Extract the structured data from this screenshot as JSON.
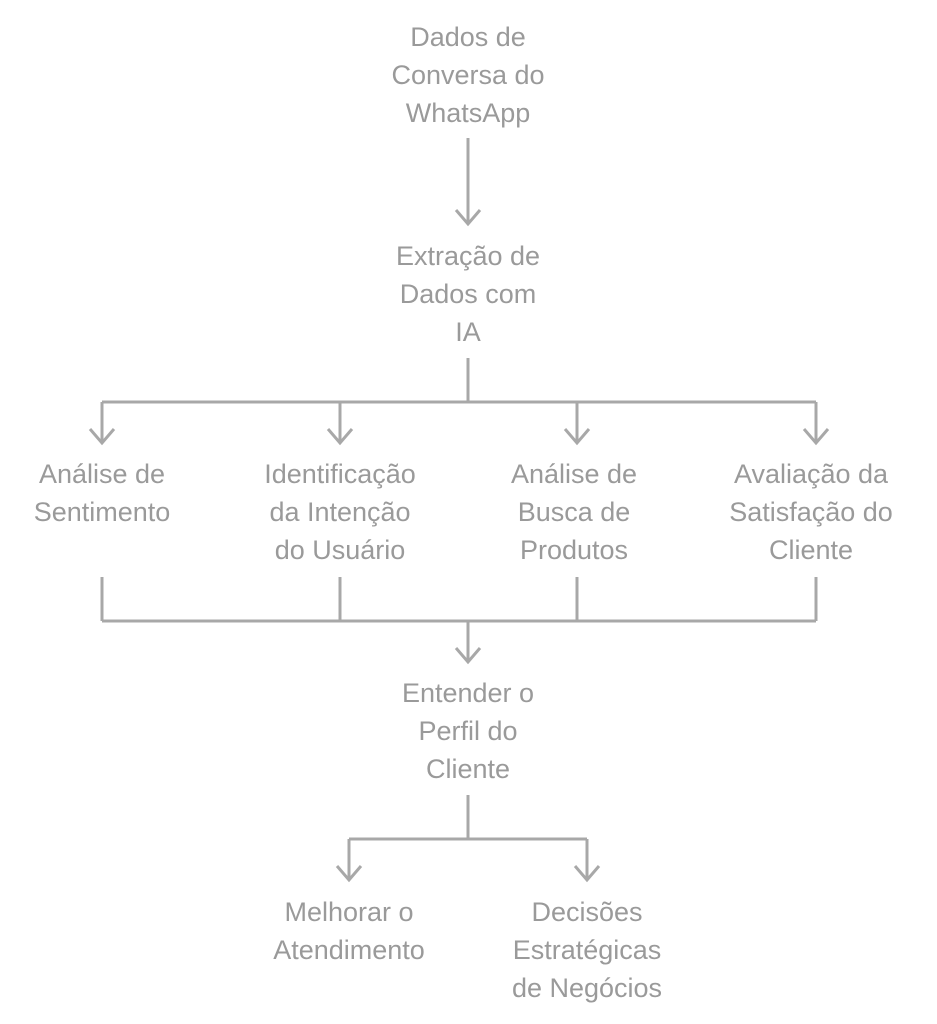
{
  "theme": {
    "line_color": "#a8a8a8",
    "text_color": "#9a9a9a",
    "background": "#ffffff"
  },
  "nodes": {
    "source": {
      "lines": [
        "Dados de",
        "Conversa do",
        "WhatsApp"
      ]
    },
    "extraction": {
      "lines": [
        "Extração de",
        "Dados com",
        "IA"
      ]
    },
    "sentiment": {
      "lines": [
        "Análise de",
        "Sentimento"
      ]
    },
    "intent": {
      "lines": [
        "Identificação",
        "da Intenção",
        "do Usuário"
      ]
    },
    "product_search": {
      "lines": [
        "Análise de",
        "Busca de",
        "Produtos"
      ]
    },
    "satisfaction": {
      "lines": [
        "Avaliação da",
        "Satisfação do",
        "Cliente"
      ]
    },
    "profile": {
      "lines": [
        "Entender o",
        "Perfil do",
        "Cliente"
      ]
    },
    "service": {
      "lines": [
        "Melhorar o",
        "Atendimento"
      ]
    },
    "decisions": {
      "lines": [
        "Decisões",
        "Estratégicas",
        "de Negócios"
      ]
    }
  }
}
